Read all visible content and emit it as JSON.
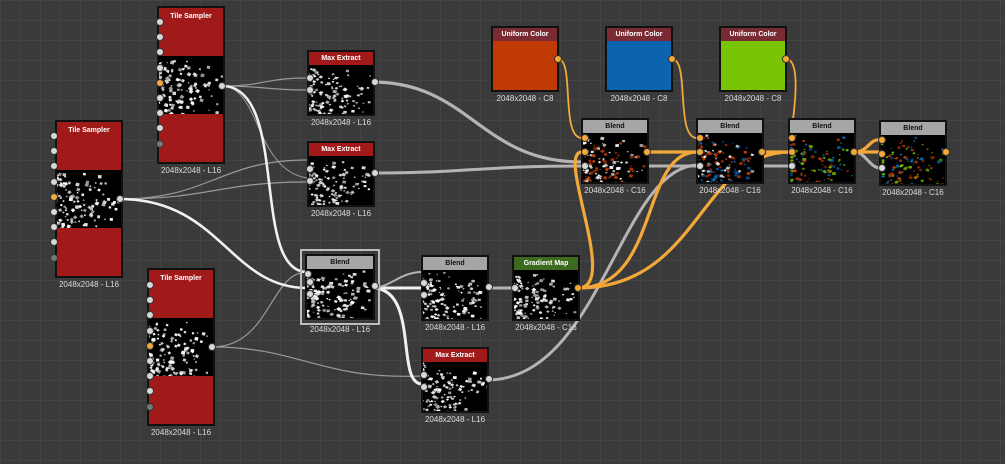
{
  "graph": {
    "nodes": {
      "tile1": {
        "title": "Tile Sampler",
        "res": "2048x2048 - L16"
      },
      "tile2": {
        "title": "Tile Sampler",
        "res": "2048x2048 - L16"
      },
      "tile3": {
        "title": "Tile Sampler",
        "res": "2048x2048 - L16"
      },
      "maxext1": {
        "title": "Max Extract",
        "res": "2048x2048 - L16"
      },
      "maxext2": {
        "title": "Max Extract",
        "res": "2048x2048 - L16"
      },
      "maxext3": {
        "title": "Max Extract",
        "res": "2048x2048 - L16"
      },
      "blend_mid": {
        "title": "Blend",
        "res": "2048x2048 - L16"
      },
      "blend_mid2": {
        "title": "Blend",
        "res": "2048x2048 - L16"
      },
      "gradient": {
        "title": "Gradient Map",
        "res": "2048x2048 - C16"
      },
      "ucolor1": {
        "title": "Uniform Color",
        "res": "2048x2048 - C8",
        "color": "#c03a06"
      },
      "ucolor2": {
        "title": "Uniform Color",
        "res": "2048x2048 - C8",
        "color": "#0b64ad"
      },
      "ucolor3": {
        "title": "Uniform Color",
        "res": "2048x2048 - C8",
        "color": "#78c405"
      },
      "blend1": {
        "title": "Blend",
        "res": "2048x2048 - C16"
      },
      "blend2": {
        "title": "Blend",
        "res": "2048x2048 - C16"
      },
      "blend3": {
        "title": "Blend",
        "res": "2048x2048 - C16"
      },
      "blend4": {
        "title": "Blend",
        "res": "2048x2048 - C16"
      }
    }
  },
  "colors": {
    "tile_header": "#a01a1a",
    "uniform_header": "#7a2a33",
    "blend_header": "#a6a6a6",
    "gradient_header": "#3c6a1e",
    "wire_color": "#f4a83a",
    "wire_gray": "#b4b4b4",
    "wire_white": "#f0f0f0"
  }
}
